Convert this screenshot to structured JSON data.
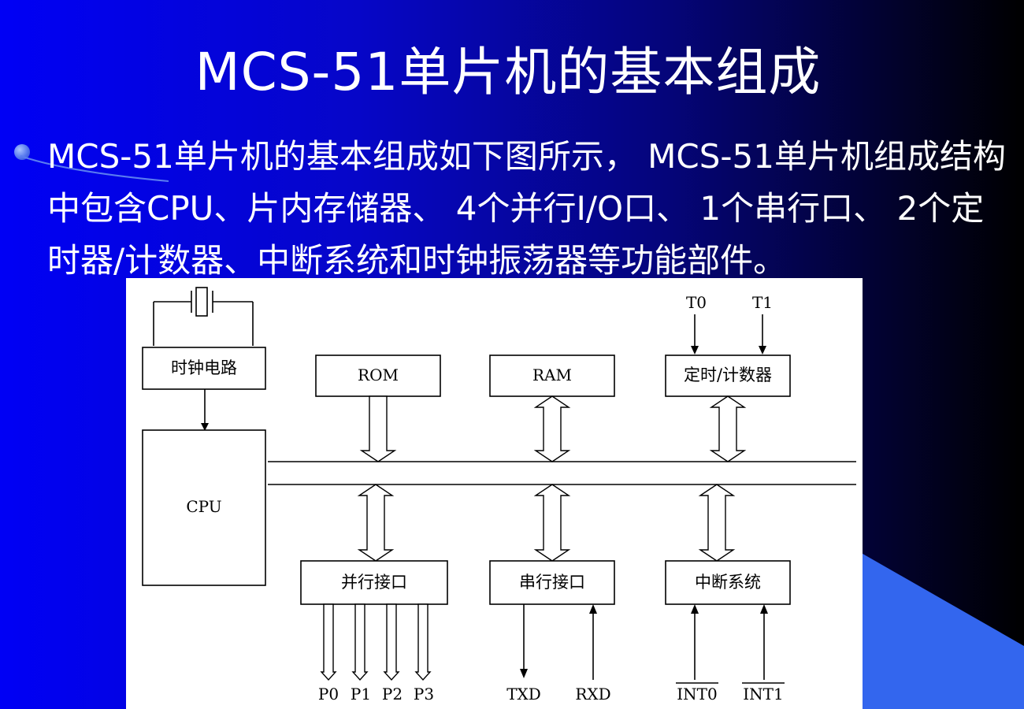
{
  "title": "MCS-51单片机的基本组成",
  "paragraph": "MCS-51单片机的基本组成如下图所示， MCS-51单片机组成结构中包含CPU、片内存储器、 4个并行I/O口、 1个串行口、 2个定时器/计数器、中断系统和时钟振荡器等功能部件。",
  "diagram": {
    "clock": "时钟电路",
    "cpu": "CPU",
    "rom": "ROM",
    "ram": "RAM",
    "timer": "定时/计数器",
    "parallel": "并行接口",
    "serial": "串行接口",
    "interrupt": "中断系统",
    "t0": "T0",
    "t1": "T1",
    "p0": "P0",
    "p1": "P1",
    "p2": "P2",
    "p3": "P3",
    "txd": "TXD",
    "rxd": "RXD",
    "int0": "INT0",
    "int1": "INT1"
  },
  "colors": {
    "background_start": "#0000f5",
    "background_end": "#000000",
    "corner_accent": "#3366ee",
    "text": "#ffffff"
  }
}
